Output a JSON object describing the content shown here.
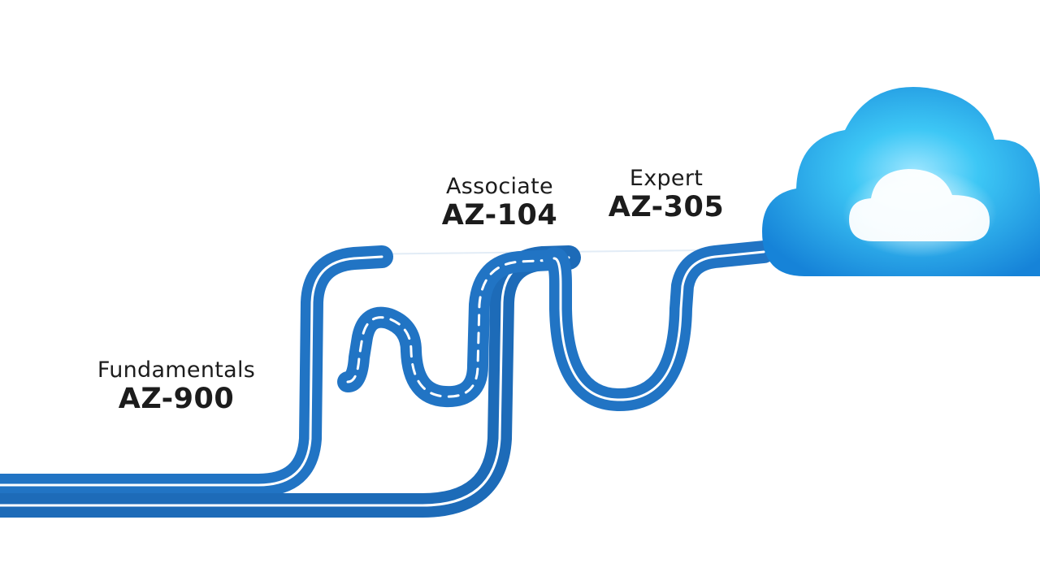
{
  "milestones": [
    {
      "level": "Fundamentals",
      "code": "AZ-900"
    },
    {
      "level": "Associate",
      "code": "AZ-104"
    },
    {
      "level": "Expert",
      "code": "AZ-305"
    }
  ],
  "colors": {
    "road": "#2174c4",
    "road_shadow": "#155a9e",
    "road_stripe": "#ffffff",
    "cloud_light": "#3dc7f5",
    "cloud_dark": "#1683d8",
    "cloud_core": "#ffffff",
    "text": "#1c1c1c"
  },
  "icons": {
    "destination": "cloud-icon"
  }
}
